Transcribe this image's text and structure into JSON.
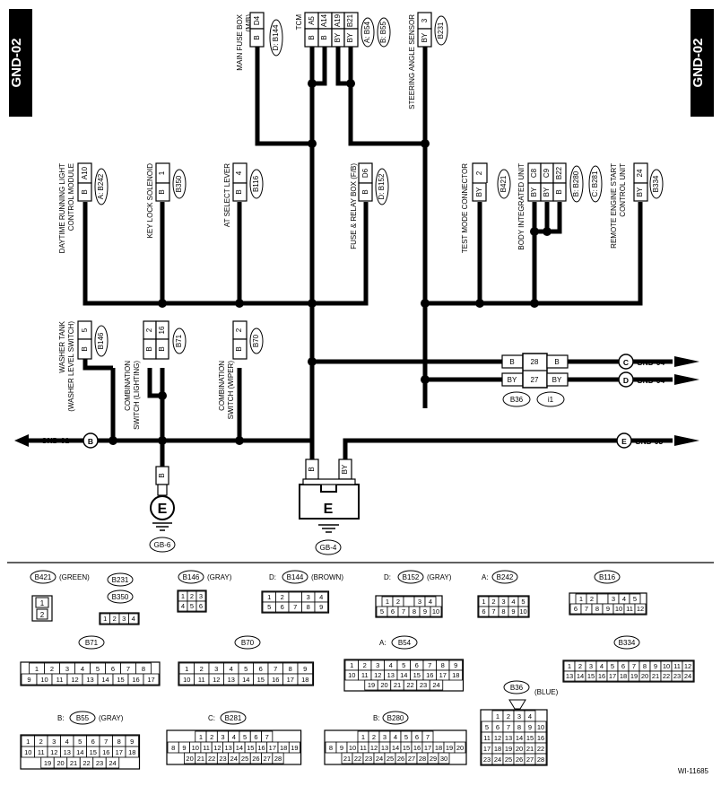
{
  "gnd_tab": "GND-02",
  "figure_id": "WI-11685",
  "colors": {
    "ink": "#000000",
    "paper": "#ffffff"
  },
  "top_units": [
    {
      "name": "MAIN FUSE BOX",
      "sub": "(M/B)",
      "pins": [
        "D4"
      ],
      "wires": [
        "B"
      ],
      "conn": "D: B144"
    },
    {
      "name": "TCM",
      "pins": [
        "A5",
        "A14",
        "A19",
        "B21"
      ],
      "wires": [
        "B",
        "B",
        "BY",
        "BY"
      ],
      "conn": [
        "A: B54",
        "B: B55"
      ]
    },
    {
      "name": "STEERING ANGLE SENSOR",
      "pins": [
        "3"
      ],
      "wires": [
        "BY"
      ],
      "conn": "B231"
    }
  ],
  "mid_units": [
    {
      "name": "DAYTIME RUNNING LIGHT",
      "sub": "CONTROL MODULE",
      "pins": [
        "A10"
      ],
      "wires": [
        "B"
      ],
      "conn": "A: B242"
    },
    {
      "name": "KEY LOCK SOLENOID",
      "pins": [
        "1"
      ],
      "wires": [
        "B"
      ],
      "conn": "B350"
    },
    {
      "name": "AT SELECT LEVER",
      "pins": [
        "4"
      ],
      "wires": [
        "B"
      ],
      "conn": "B116"
    },
    {
      "name": "FUSE & RELAY BOX (F/B)",
      "pins": [
        "D6"
      ],
      "wires": [
        "B"
      ],
      "conn": "D: B152"
    },
    {
      "name": "TEST MODE CONNECTOR",
      "pins": [
        "2"
      ],
      "wires": [
        "BY"
      ],
      "conn": "B421"
    },
    {
      "name": "BODY INTEGRATED UNIT",
      "pins": [
        "C8",
        "C9",
        "B22"
      ],
      "wires": [
        "BY",
        "BY",
        "B"
      ],
      "conn": [
        "B: B280",
        "C: B281"
      ]
    },
    {
      "name": "REMOTE ENGINE START",
      "sub": "CONTROL UNIT",
      "pins": [
        "24"
      ],
      "wires": [
        "BY"
      ],
      "conn": "B334"
    }
  ],
  "low_units": [
    {
      "name": "WASHER TANK",
      "sub": "(WASHER LEVEL SWITCH)",
      "pins": [
        "5"
      ],
      "wires": [
        "B"
      ],
      "conn": "B146"
    },
    {
      "name": "COMBINATION",
      "sub": "SWITCH (LIGHTING)",
      "pins": [
        "2",
        "16"
      ],
      "wires": [
        "B",
        "B"
      ],
      "conn": "B71"
    },
    {
      "name": "COMBINATION",
      "sub": "SWITCH (WIPER)",
      "pins": [
        "2"
      ],
      "wires": [
        "B"
      ],
      "conn": "B70"
    }
  ],
  "joint": {
    "pins": [
      "28",
      "27"
    ],
    "wires_left": [
      "B",
      "BY"
    ],
    "wires_right": [
      "B",
      "BY"
    ],
    "labels": [
      "B36",
      "i1"
    ]
  },
  "refs": [
    {
      "letter": "B",
      "text": "GND-01"
    },
    {
      "letter": "C",
      "text": "GND-04"
    },
    {
      "letter": "D",
      "text": "GND-04"
    },
    {
      "letter": "E",
      "text": "GND-03"
    }
  ],
  "grounds": [
    {
      "letter": "E",
      "point": "GB-6",
      "wire": "B"
    },
    {
      "letter": "E",
      "point": "GB-4",
      "wires": [
        "B",
        "BY"
      ]
    }
  ],
  "connector_views": {
    "B421": {
      "id": "B421",
      "color": "(GREEN)",
      "rows": [
        [
          "1"
        ],
        [
          "2"
        ]
      ]
    },
    "B231": {
      "id": "B231"
    },
    "B350": {
      "id": "B350",
      "rows": [
        [
          "1",
          "2",
          "3",
          "4"
        ]
      ]
    },
    "B146": {
      "id": "B146",
      "color": "(GRAY)",
      "rows": [
        [
          "1",
          "2",
          "3"
        ],
        [
          "4",
          "5",
          "6"
        ]
      ]
    },
    "B144": {
      "prefix": "D:",
      "id": "B144",
      "color": "(BROWN)",
      "rows": [
        [
          "1",
          "2",
          "",
          "3",
          "4"
        ],
        [
          "5",
          "6",
          "7",
          "8",
          "9"
        ]
      ]
    },
    "B152": {
      "prefix": "D:",
      "id": "B152",
      "color": "(GRAY)",
      "rows": [
        [
          "1",
          "2",
          "",
          "3",
          "4"
        ],
        [
          "5",
          "6",
          "7",
          "8",
          "9",
          "10"
        ]
      ]
    },
    "B242": {
      "prefix": "A:",
      "id": "B242",
      "rows": [
        [
          "1",
          "2",
          "3",
          "4",
          "5"
        ],
        [
          "6",
          "7",
          "8",
          "9",
          "10"
        ]
      ]
    },
    "B116": {
      "id": "B116",
      "rows": [
        [
          "1",
          "2",
          "",
          "3",
          "4",
          "5"
        ],
        [
          "6",
          "7",
          "8",
          "9",
          "10",
          "11",
          "12"
        ]
      ]
    },
    "B71": {
      "id": "B71",
      "rows": [
        [
          "1",
          "2",
          "3",
          "4",
          "5",
          "6",
          "7",
          "8"
        ],
        [
          "9",
          "10",
          "11",
          "12",
          "13",
          "14",
          "15",
          "16",
          "17"
        ]
      ]
    },
    "B70": {
      "id": "B70",
      "rows": [
        [
          "1",
          "2",
          "3",
          "4",
          "5",
          "6",
          "7",
          "8",
          "9"
        ],
        [
          "10",
          "11",
          "12",
          "13",
          "14",
          "15",
          "16",
          "17",
          "18"
        ]
      ]
    },
    "B54": {
      "prefix": "A:",
      "id": "B54",
      "rows": [
        [
          "1",
          "2",
          "3",
          "4",
          "5",
          "6",
          "7",
          "8",
          "9"
        ],
        [
          "10",
          "11",
          "12",
          "13",
          "14",
          "15",
          "16",
          "17",
          "18"
        ],
        [
          "19",
          "20",
          "21",
          "22",
          "23",
          "24"
        ]
      ]
    },
    "B334": {
      "id": "B334",
      "rows": [
        [
          "1",
          "2",
          "3",
          "4",
          "5",
          "6",
          "7",
          "8",
          "9",
          "10",
          "11",
          "12"
        ],
        [
          "13",
          "14",
          "15",
          "16",
          "17",
          "18",
          "19",
          "20",
          "21",
          "22",
          "23",
          "24"
        ]
      ]
    },
    "B36": {
      "id": "B36",
      "color": "(BLUE)",
      "rows": [
        [
          "1",
          "2",
          "3",
          "4"
        ],
        [
          "5",
          "6",
          "7",
          "8",
          "9",
          "10"
        ],
        [
          "11",
          "12",
          "13",
          "14",
          "15",
          "16"
        ],
        [
          "17",
          "18",
          "19",
          "20",
          "21",
          "22"
        ],
        [
          "23",
          "24",
          "25",
          "26",
          "27",
          "28"
        ]
      ]
    },
    "B55": {
      "prefix": "B:",
      "id": "B55",
      "color": "(GRAY)",
      "rows": [
        [
          "1",
          "2",
          "3",
          "4",
          "5",
          "6",
          "7",
          "8",
          "9"
        ],
        [
          "10",
          "11",
          "12",
          "13",
          "14",
          "15",
          "16",
          "17",
          "18"
        ],
        [
          "19",
          "20",
          "21",
          "22",
          "23",
          "24"
        ]
      ]
    },
    "B281": {
      "prefix": "C:",
      "id": "B281",
      "rows": [
        [
          "1",
          "2",
          "3",
          "4",
          "5",
          "6",
          "7"
        ],
        [
          "8",
          "9",
          "10",
          "11",
          "12",
          "13",
          "14",
          "15",
          "16",
          "17",
          "18",
          "19"
        ],
        [
          "20",
          "21",
          "22",
          "23",
          "24",
          "25",
          "26",
          "27",
          "28"
        ]
      ]
    },
    "B280": {
      "prefix": "B:",
      "id": "B280",
      "rows": [
        [
          "1",
          "2",
          "3",
          "4",
          "5",
          "6",
          "7"
        ],
        [
          "8",
          "9",
          "10",
          "11",
          "12",
          "13",
          "14",
          "15",
          "16",
          "17",
          "18",
          "19",
          "20"
        ],
        [
          "21",
          "22",
          "23",
          "24",
          "25",
          "26",
          "27",
          "28",
          "29",
          "30"
        ]
      ]
    }
  }
}
